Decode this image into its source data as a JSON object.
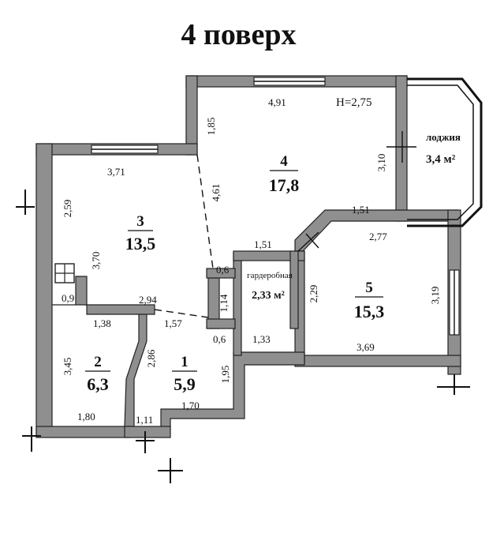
{
  "title": "4 поверх",
  "ceiling_height": "H=2,75",
  "rooms": [
    {
      "id": "3",
      "area": "13,5"
    },
    {
      "id": "4",
      "area": "17,8"
    },
    {
      "id": "5",
      "area": "15,3"
    },
    {
      "id": "2",
      "area": "6,3"
    },
    {
      "id": "1",
      "area": "5,9"
    }
  ],
  "wardrobe": {
    "label": "гардеробная",
    "area": "2,33 м²"
  },
  "loggia": {
    "label": "лоджия",
    "area": "3,4 м²"
  },
  "dimensions": {
    "d491": "4,91",
    "d185": "1,85",
    "d371": "3,71",
    "d461": "4,61",
    "d310": "3,10",
    "d151a": "1,51",
    "d259": "2,59",
    "d370": "3,70",
    "d151b": "1,51",
    "d277": "2,77",
    "d06a": "0,6",
    "d229": "2,29",
    "d319": "3,19",
    "d09": "0,9",
    "d294": "2,94",
    "d114": "1,14",
    "d138": "1,38",
    "d157": "1,57",
    "d06b": "0,6",
    "d133": "1,33",
    "d369": "3,69",
    "d286": "2,86",
    "d345": "3,45",
    "d195": "1,95",
    "d170": "1,70",
    "d180": "1,80",
    "d111": "1,11"
  },
  "colors": {
    "wall": "#8f8f8f",
    "line": "#222222"
  }
}
